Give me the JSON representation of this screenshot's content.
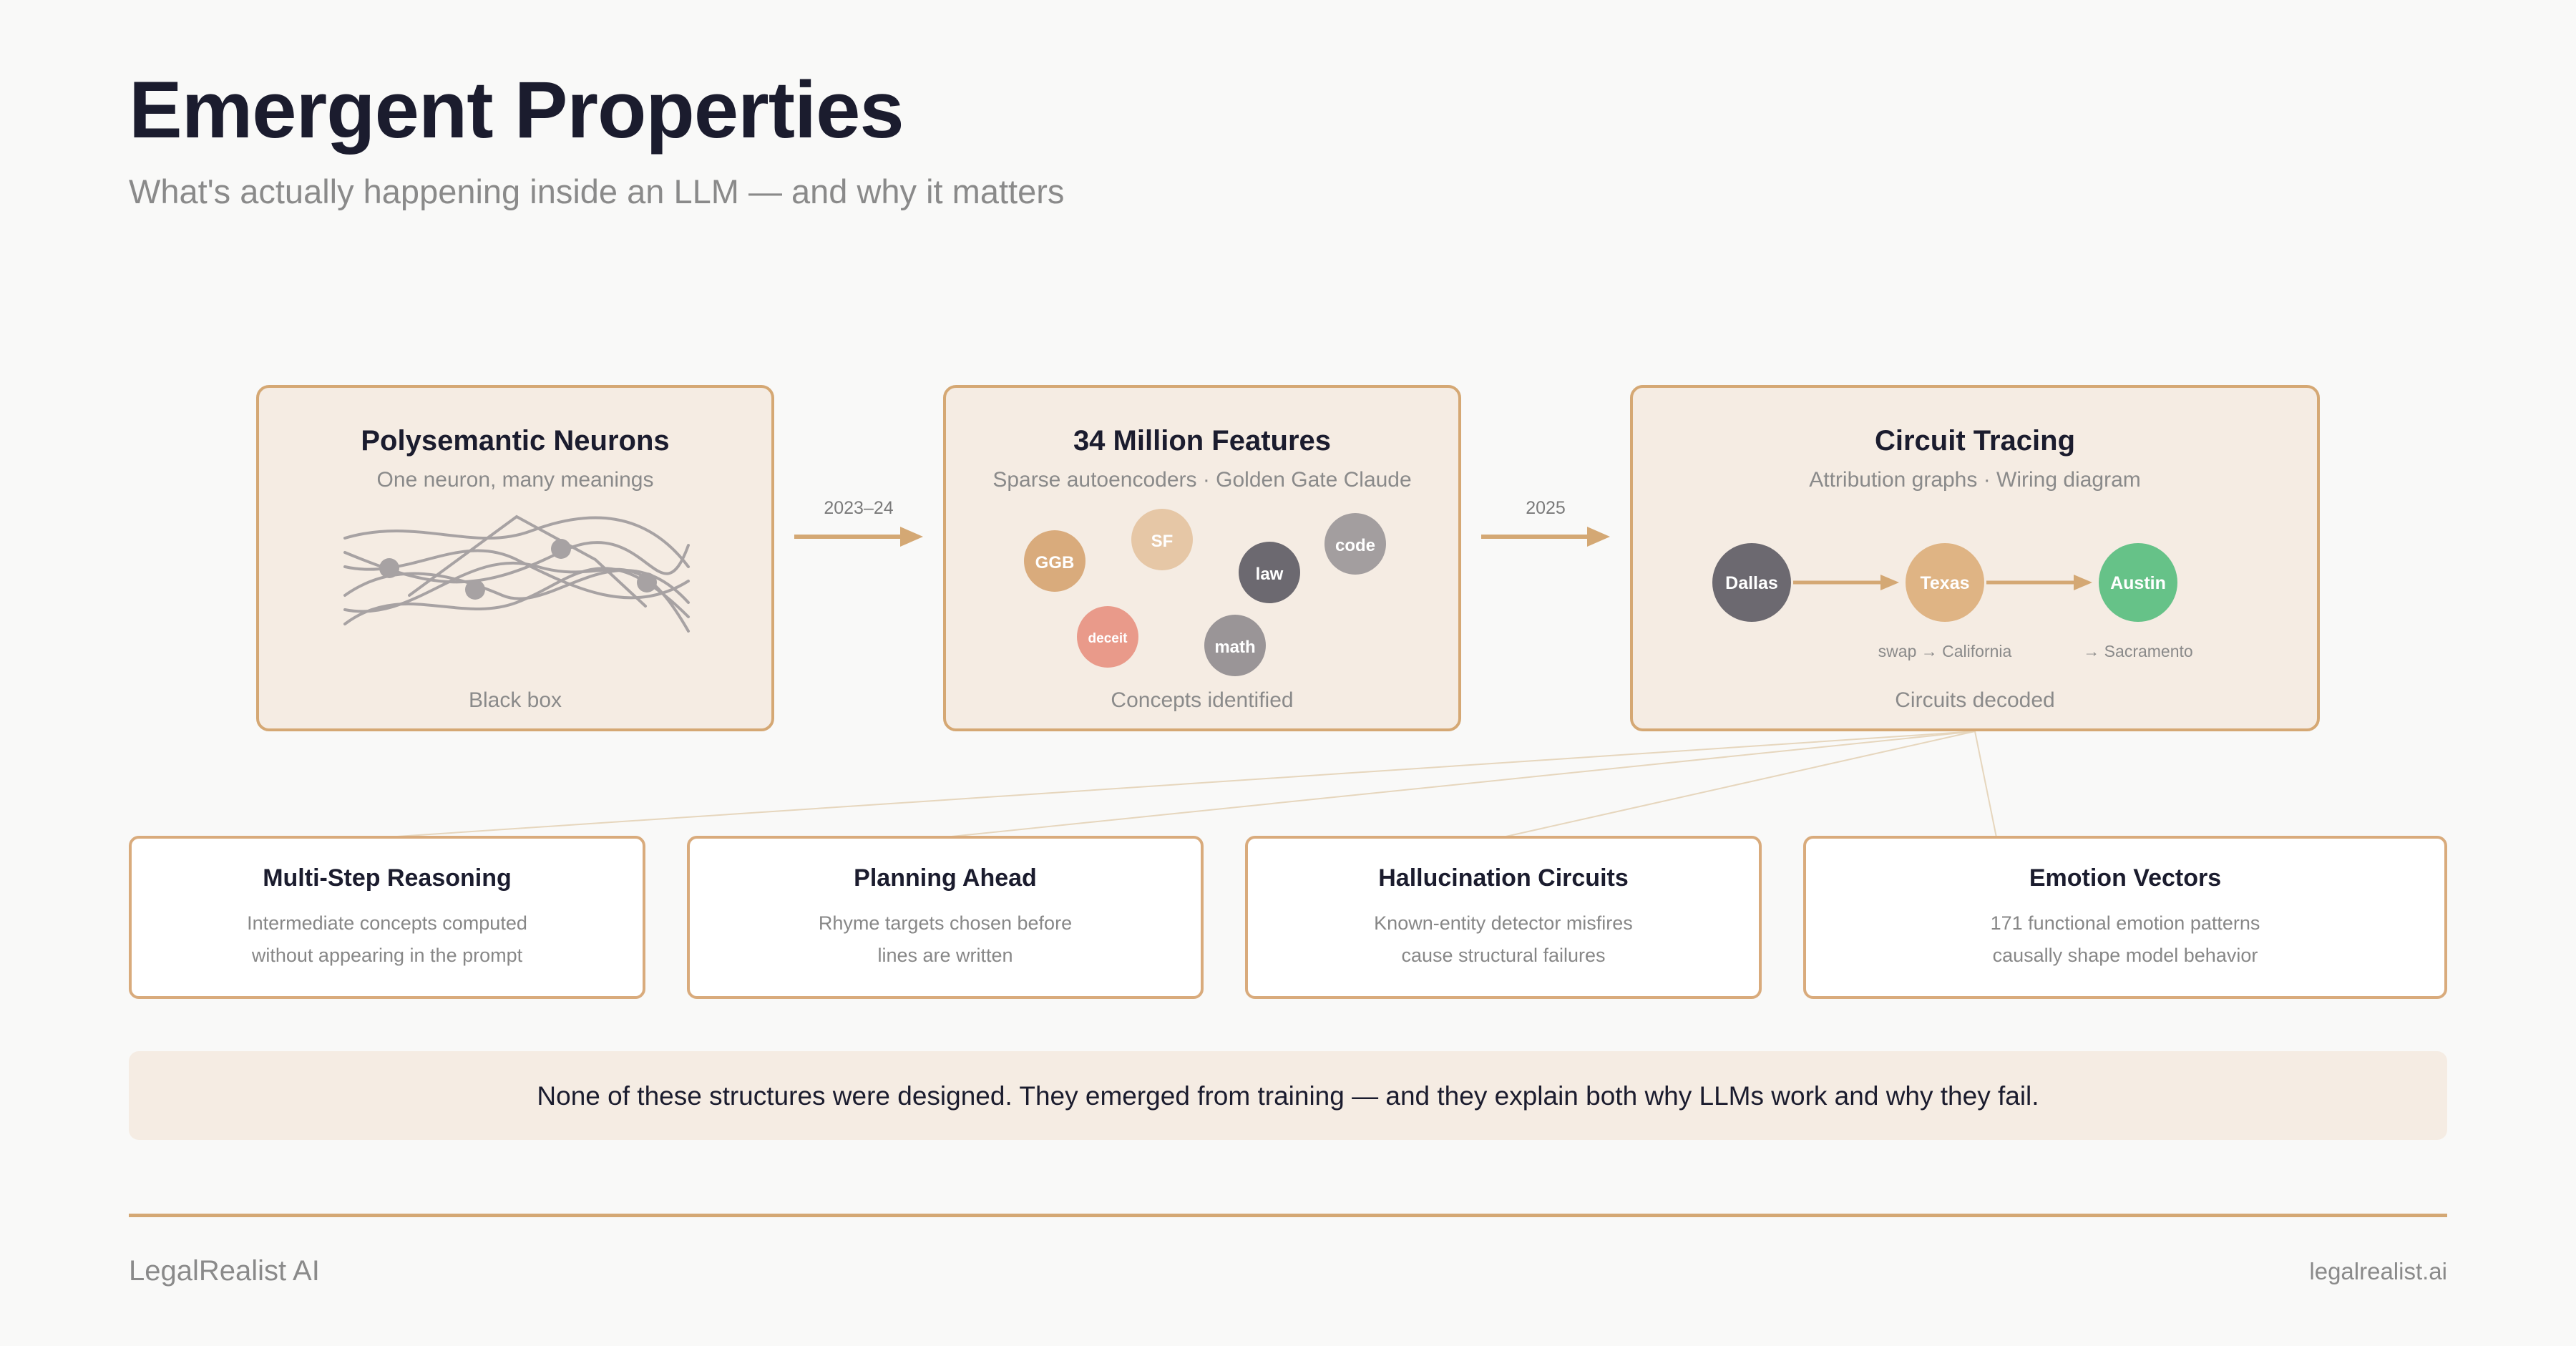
{
  "header": {
    "title": "Emergent Properties",
    "subtitle": "What's actually happening inside an LLM — and why it matters"
  },
  "stages": [
    {
      "title": "Polysemantic Neurons",
      "subtitle": "One neuron, many meanings",
      "footer": "Black box"
    },
    {
      "title": "34 Million Features",
      "subtitle": "Sparse autoencoders · Golden Gate Claude",
      "footer": "Concepts identified",
      "features": [
        {
          "label": "GGB",
          "color": "#d9ab7c"
        },
        {
          "label": "SF",
          "color": "#e6c7a6"
        },
        {
          "label": "law",
          "color": "#6c6970"
        },
        {
          "label": "code",
          "color": "#a39e9f"
        },
        {
          "label": "deceit",
          "color": "#e99a8a"
        },
        {
          "label": "math",
          "color": "#9a9597"
        }
      ]
    },
    {
      "title": "Circuit Tracing",
      "subtitle": "Attribution graphs · Wiring diagram",
      "footer": "Circuits decoded",
      "nodes": [
        {
          "label": "Dallas",
          "color": "#6c6970"
        },
        {
          "label": "Texas",
          "color": "#dfb484"
        },
        {
          "label": "Austin",
          "color": "#66c288"
        }
      ],
      "annotations": [
        "swap → California",
        "→ Sacramento"
      ]
    }
  ],
  "transitions": [
    "2023–24",
    "2025"
  ],
  "cards": [
    {
      "title": "Multi-Step Reasoning",
      "line1": "Intermediate concepts computed",
      "line2": "without appearing in the prompt"
    },
    {
      "title": "Planning Ahead",
      "line1": "Rhyme targets chosen before",
      "line2": "lines are written"
    },
    {
      "title": "Hallucination Circuits",
      "line1": "Known-entity detector misfires",
      "line2": "cause structural failures"
    },
    {
      "title": "Emotion Vectors",
      "line1": "171 functional emotion patterns",
      "line2": "causally shape model behavior"
    }
  ],
  "banner": "None of these structures were designed. They emerged from training — and they explain both why LLMs work and why they fail.",
  "footer": {
    "brand": "LegalRealist AI",
    "site": "legalrealist.ai"
  },
  "colors": {
    "accent": "#d4a874",
    "stage_fill": "#f5ece3",
    "title_text": "#1b1c2e",
    "muted_text": "#8a8a8a"
  }
}
